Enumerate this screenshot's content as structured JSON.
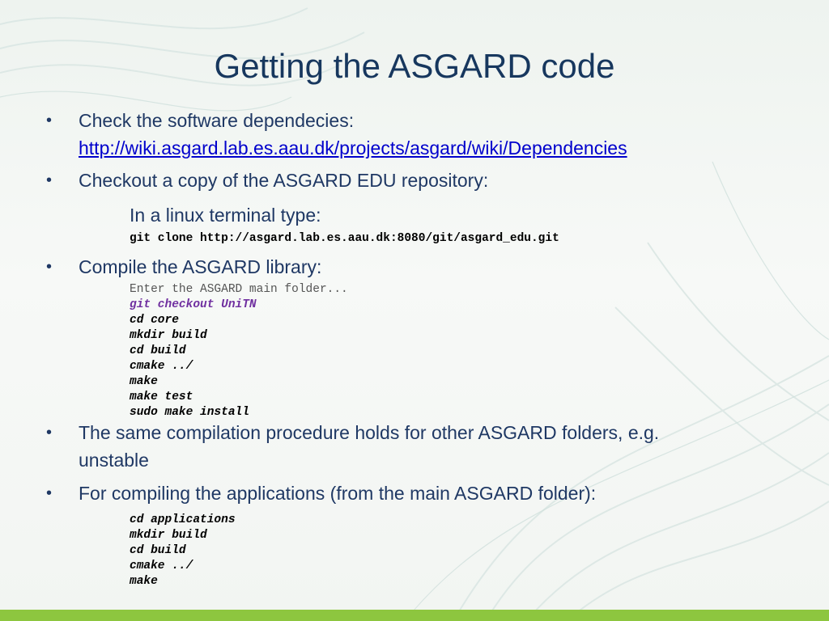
{
  "title": "Getting the ASGARD code",
  "bullets": {
    "b1_text": "Check the software dependecies:",
    "b1_link": "http://wiki.asgard.lab.es.aau.dk/projects/asgard/wiki/Dependencies",
    "b2_text": "Checkout a copy of the ASGARD EDU repository:",
    "b2_sub": "In a linux terminal type:",
    "b2_code": "git clone http://asgard.lab.es.aau.dk:8080/git/asgard_edu.git",
    "b3_text": "Compile the ASGARD library:",
    "b3_code_intro": "Enter the ASGARD main folder...",
    "b3_code_checkout": "git checkout UniTN",
    "b3_code_lines": [
      "cd core",
      "mkdir build",
      "cd build",
      "cmake ../",
      "make",
      "make test",
      "sudo make install"
    ],
    "b4_text_line1": "The same compilation procedure holds for other ASGARD folders, e.g.",
    "b4_text_line2": "unstable",
    "b5_text": "For compiling the applications (from the main ASGARD folder):",
    "b5_code_lines": [
      "cd applications",
      "mkdir build",
      "cd build",
      "cmake ../",
      "make"
    ]
  },
  "bullet_symbol": "•",
  "colors": {
    "title": "#17375e",
    "text": "#1f3864",
    "link": "#0000cc",
    "accent": "#7030a0",
    "footer": "#8dc63f"
  }
}
